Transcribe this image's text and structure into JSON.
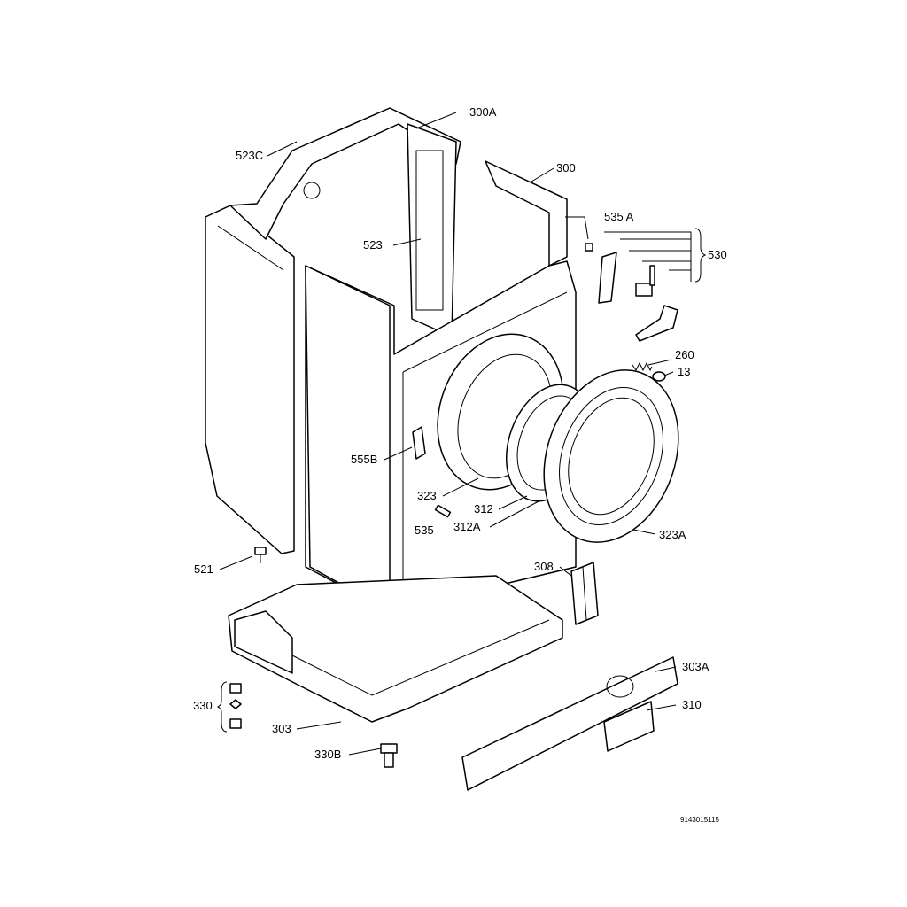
{
  "diagram": {
    "drawing_number": "9143015115",
    "labels": {
      "l300A": "300A",
      "l523C": "523C",
      "l300": "300",
      "l535A": "535 A",
      "l530": "530",
      "l523": "523",
      "l260": "260",
      "l13": "13",
      "l555B": "555B",
      "l323": "323",
      "l312": "312",
      "l535": "535",
      "l312A": "312A",
      "l323A": "323A",
      "l521": "521",
      "l308": "308",
      "l303A": "303A",
      "l330": "330",
      "l310": "310",
      "l303": "303",
      "l330B": "330B"
    }
  }
}
